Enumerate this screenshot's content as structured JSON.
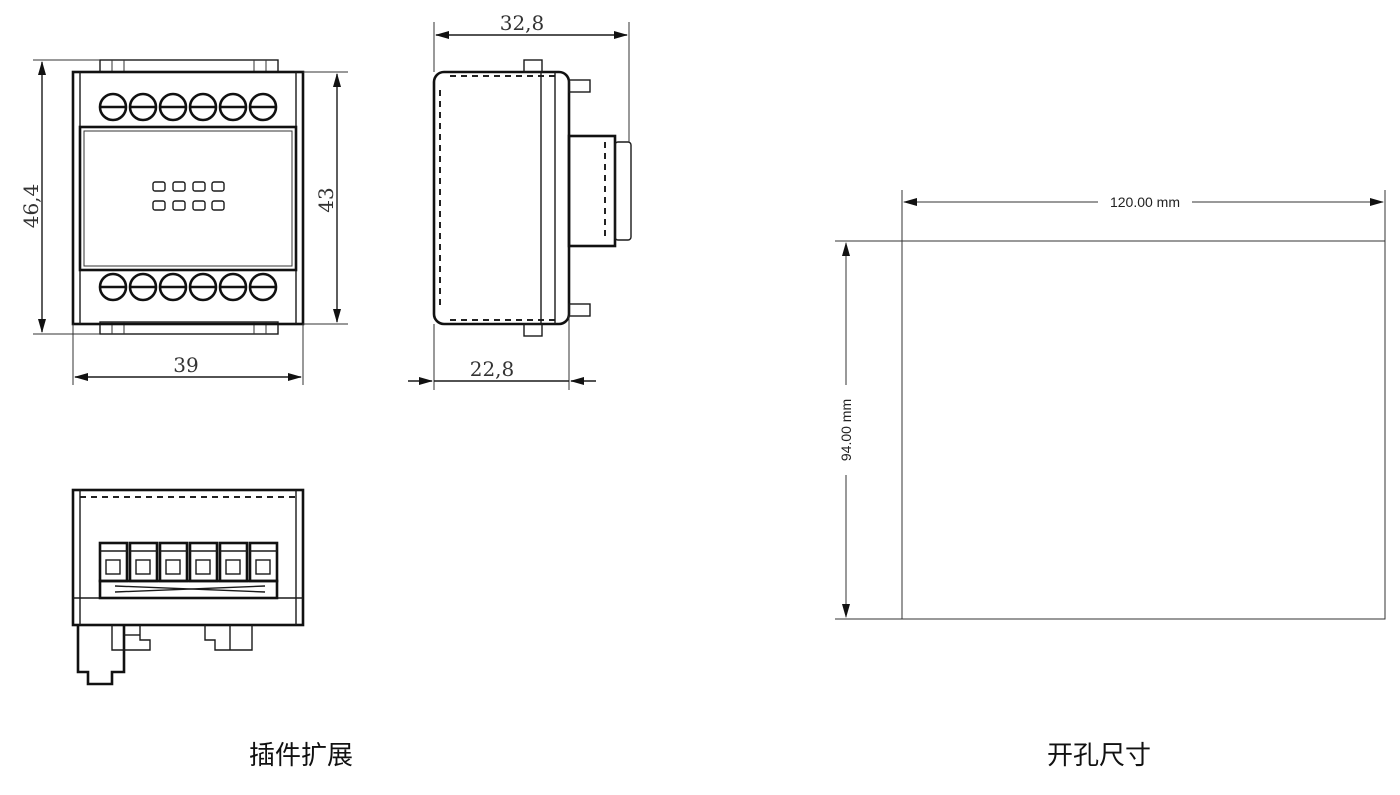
{
  "front_view": {
    "height_outer": "46,4",
    "height_inner": "43",
    "width": "39"
  },
  "side_view": {
    "depth_total": "32,8",
    "depth_body": "22,8"
  },
  "cutout": {
    "width": "120.00 mm",
    "height": "94.00 mm"
  },
  "captions": {
    "left": "插件扩展",
    "right": "开孔尺寸"
  }
}
